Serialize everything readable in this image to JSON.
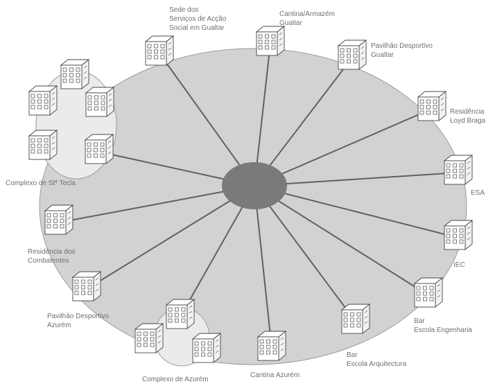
{
  "colors": {
    "ring_fill": "#d2d2d2",
    "cluster_fill": "#ebebeb",
    "hub_fill": "#7a7a7a",
    "spoke": "#606060",
    "building_front": "#ffffff",
    "building_side": "#f2f2f2",
    "label_text": "#6f6f6f"
  },
  "icons": {
    "building": "building-icon",
    "hub": "central-hub"
  },
  "sites": [
    {
      "id": "sede",
      "lines": [
        "Sede dos",
        "Serviços de Acção",
        "Social em Gualtar"
      ]
    },
    {
      "id": "cantina-gualtar",
      "lines": [
        "Cantina/Armazém",
        "Gualtar"
      ]
    },
    {
      "id": "pavilhao-gualtar",
      "lines": [
        "Pavilhão Desportivo",
        "Gualtar"
      ]
    },
    {
      "id": "residencia-lloyd",
      "lines": [
        "Residência",
        "Loyd Braga"
      ]
    },
    {
      "id": "esa",
      "lines": [
        "ESA"
      ]
    },
    {
      "id": "iec",
      "lines": [
        "IEC"
      ]
    },
    {
      "id": "bar-engenharia",
      "lines": [
        "Bar",
        "Escola Engenharia"
      ]
    },
    {
      "id": "bar-arquitectura",
      "lines": [
        "Bar",
        "Escola Arquitectura"
      ]
    },
    {
      "id": "cantina-azurem",
      "lines": [
        "Cantina Azurém"
      ]
    },
    {
      "id": "complexo-azurem",
      "lines": [
        "Complexo de Azurém"
      ]
    },
    {
      "id": "pavilhao-azurem",
      "lines": [
        "Pavilhão Desportivo",
        "Azurém"
      ]
    },
    {
      "id": "residencia-combatentes",
      "lines": [
        "Residência dos",
        "Combatentes"
      ]
    },
    {
      "id": "complexo-tecla",
      "lines": [
        "Complexo de Stª Tecla"
      ]
    }
  ]
}
